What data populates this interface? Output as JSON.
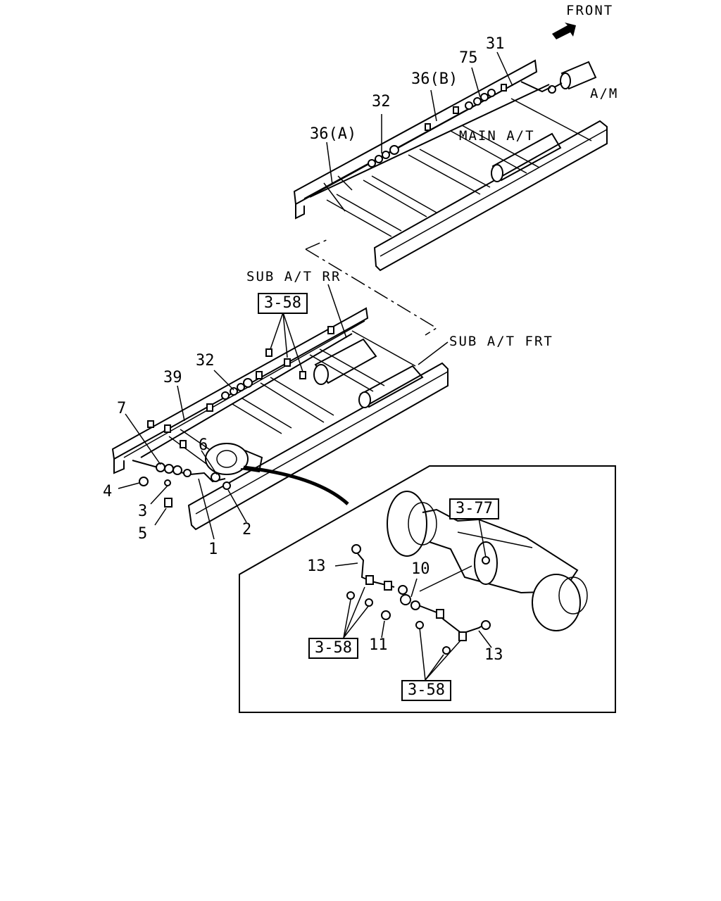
{
  "header": {
    "direction_label": "FRONT"
  },
  "upper_frame": {
    "labels": {
      "p31": "31",
      "p75": "75",
      "p36b": "36(B)",
      "p32": "32",
      "p36a": "36(A)",
      "am": "A/M",
      "main_at": "MAIN A/T"
    }
  },
  "lower_frame": {
    "labels": {
      "sub_at_rr": "SUB A/T RR",
      "ref_358": "3-58",
      "sub_at_frt": "SUB A/T FRT",
      "p32": "32",
      "p39": "39",
      "p7": "7",
      "p6": "6",
      "p4": "4",
      "p3": "3",
      "p5": "5",
      "p2": "2",
      "p1": "1"
    }
  },
  "detail": {
    "labels": {
      "ref_377": "3-77",
      "p13_left": "13",
      "p10": "10",
      "p11": "11",
      "ref_358_left": "3-58",
      "p13_right": "13",
      "ref_358_bottom": "3-58"
    }
  },
  "colors": {
    "ink": "#000000",
    "paper": "#ffffff"
  }
}
